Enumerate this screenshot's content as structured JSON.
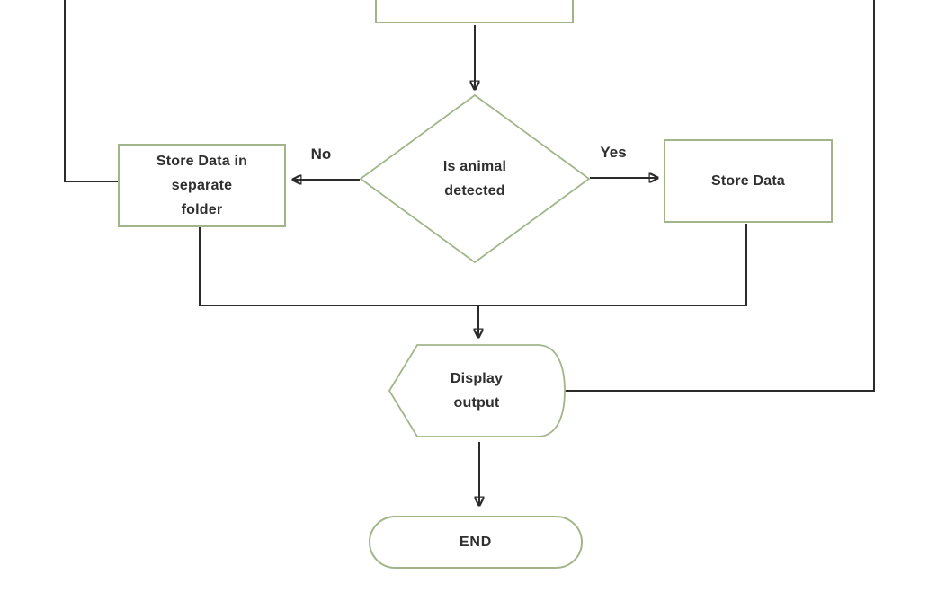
{
  "colors": {
    "shape_border": "#a2b58a",
    "connector": "#2b2b2b",
    "text": "#2f2f2f",
    "background": "#ffffff"
  },
  "nodes": {
    "top_box": {
      "label": ""
    },
    "decision": {
      "lines": [
        "Is animal",
        "detected"
      ]
    },
    "store_separate": {
      "lines": [
        "Store Data in",
        "separate",
        "folder"
      ]
    },
    "store_data": {
      "label": "Store Data"
    },
    "display_output": {
      "lines": [
        "Display",
        "output"
      ]
    },
    "end": {
      "label": "END"
    }
  },
  "edge_labels": {
    "no": "No",
    "yes": "Yes"
  }
}
